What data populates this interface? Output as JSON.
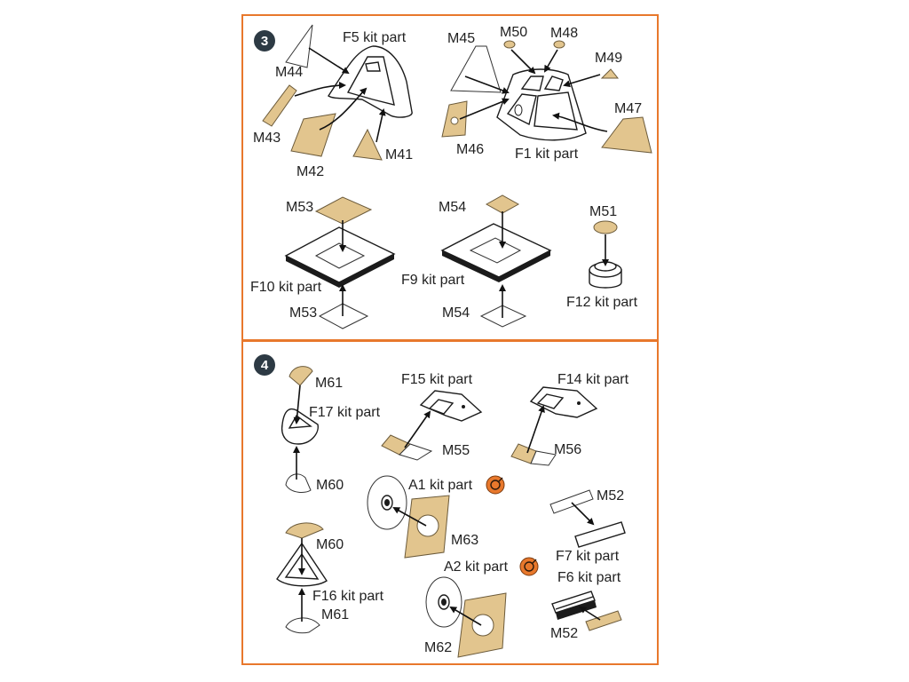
{
  "steps": {
    "step3": {
      "number": "3",
      "labels": {
        "f5": "F5 kit part",
        "m44": "M44",
        "m43": "M43",
        "m42": "M42",
        "m41": "M41",
        "m45": "M45",
        "m50": "M50",
        "m48": "M48",
        "m49": "M49",
        "m47": "M47",
        "m46": "M46",
        "f1": "F1 kit part",
        "m53_top": "M53",
        "m54_top": "M54",
        "m51": "M51",
        "f10": "F10 kit part",
        "f9": "F9 kit part",
        "m53_bot": "M53",
        "m54_bot": "M54",
        "f12": "F12 kit part"
      }
    },
    "step4": {
      "number": "4",
      "labels": {
        "m61_top": "M61",
        "f17": "F17 kit part",
        "m60_top": "M60",
        "f15": "F15 kit part",
        "m55": "M55",
        "f14": "F14 kit part",
        "m56": "M56",
        "a1": "A1 kit part",
        "m63": "M63",
        "m52_top": "M52",
        "f7": "F7 kit part",
        "m60_bot": "M60",
        "f16": "F16 kit part",
        "m61_bot": "M61",
        "a2": "A2 kit part",
        "m62": "M62",
        "f6": "F6 kit part",
        "m52_bot": "M52"
      }
    }
  },
  "colors": {
    "frame": "#e8782c",
    "photo_etch": "#e2c58e",
    "step_badge": "#2d3a44",
    "remove_icon": "#e8782c"
  },
  "icons": [
    "remove-part-icon",
    "arrow-icon"
  ]
}
